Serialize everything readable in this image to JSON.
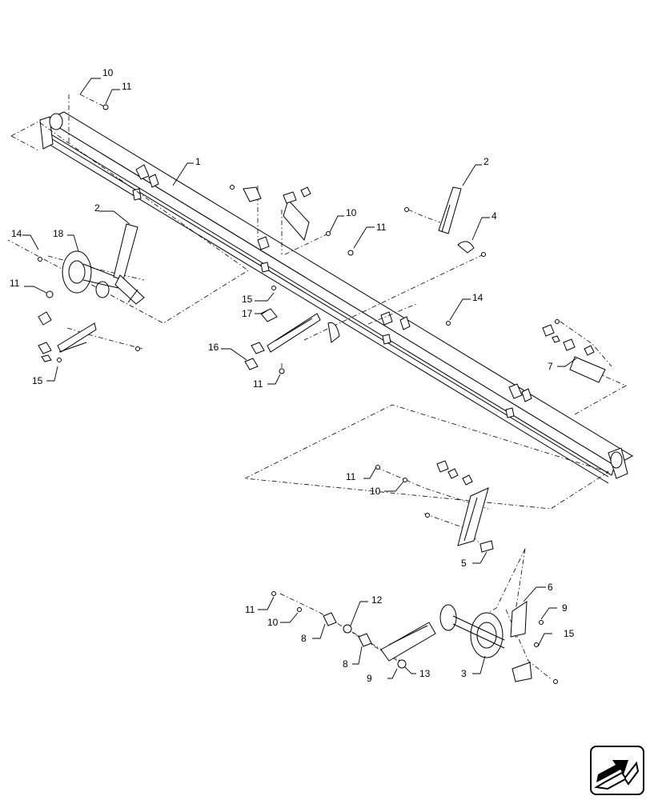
{
  "callouts": {
    "c1": "1",
    "c2a": "2",
    "c2b": "2",
    "c3": "3",
    "c4": "4",
    "c5": "5",
    "c6": "6",
    "c7": "7",
    "c8a": "8",
    "c8b": "8",
    "c9a": "9",
    "c9b": "9",
    "c10a": "10",
    "c10b": "10",
    "c10c": "10",
    "c10d": "10",
    "c11a": "11",
    "c11b": "11",
    "c11c": "11",
    "c11d": "11",
    "c11e": "11",
    "c11f": "11",
    "c12": "12",
    "c13": "13",
    "c14a": "14",
    "c14b": "14",
    "c15a": "15",
    "c15b": "15",
    "c15c": "15",
    "c16": "16",
    "c17": "17",
    "c18": "18"
  },
  "icons": {
    "nav": "next-page-arrow-icon"
  }
}
